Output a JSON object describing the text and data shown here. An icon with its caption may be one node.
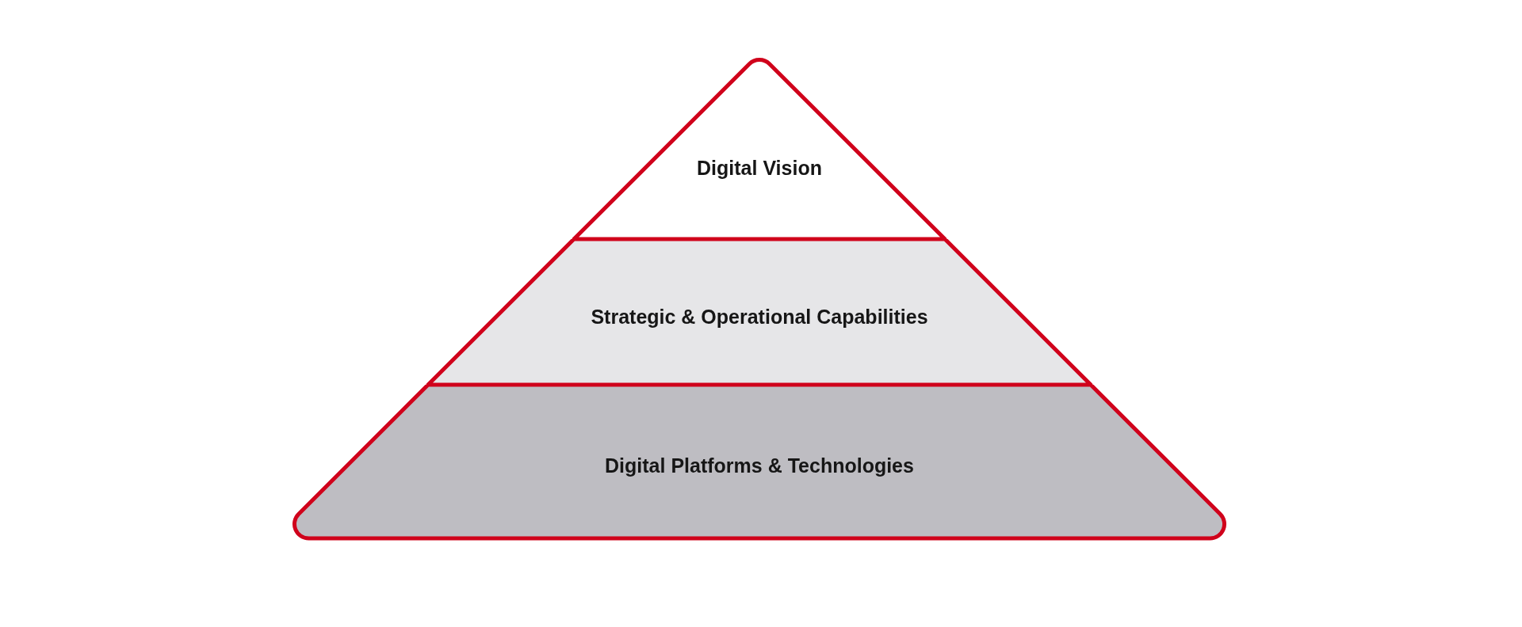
{
  "diagram": {
    "nodes": [
      {
        "text": [
          "Digital Vision"
        ]
      },
      {
        "text": [
          "Strategic & Operational Capabilities"
        ]
      },
      {
        "text": [
          "Digital Platforms & Technologies"
        ]
      }
    ]
  }
}
